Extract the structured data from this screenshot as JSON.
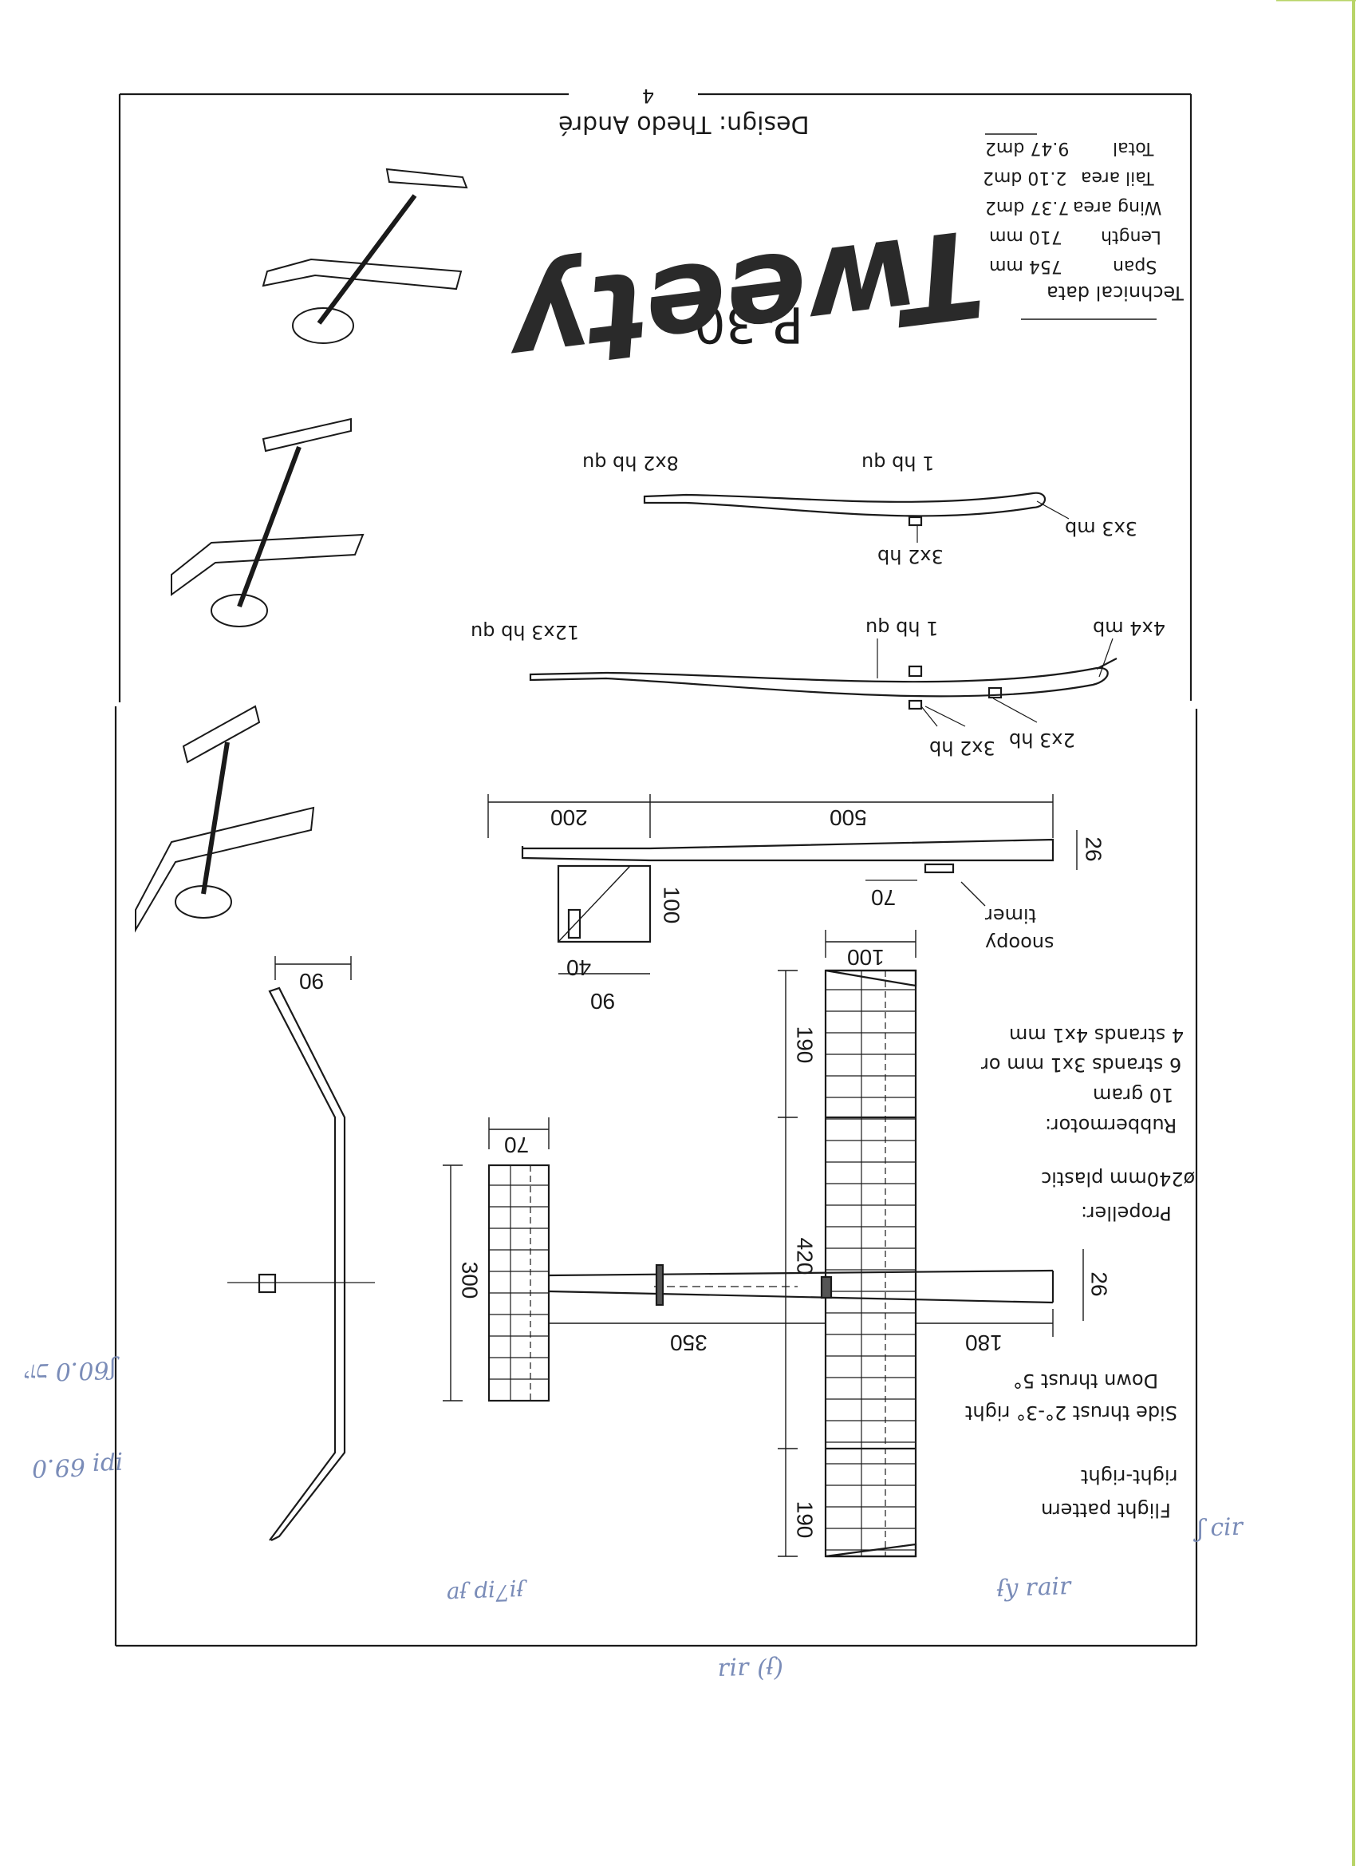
{
  "page": {
    "number": "4"
  },
  "title": {
    "subtitle": "P-30",
    "name": "Tweety"
  },
  "design_credit": "Design: Thedo André",
  "technical_data": {
    "heading": "Technical data",
    "rows": [
      {
        "label": "Span",
        "value": "754 mm"
      },
      {
        "label": "Length",
        "value": "710 mm"
      },
      {
        "label": "Wing area",
        "value": "7.37 dm2"
      },
      {
        "label": "Tail area",
        "value": "2.10 dm2"
      },
      {
        "label": "Total",
        "value": "9.47 dm2"
      }
    ]
  },
  "profiles": {
    "stab": {
      "left_label": "3x3 mb",
      "mid_label": "1 hb qu",
      "right_label": "8x2 hb qu",
      "spar_label": "3x2 hb"
    },
    "wing": {
      "left_label": "4x4 mb",
      "mid_label": "1 hb qu",
      "right_label": "12x3 hb qu",
      "spar_label_a": "2x3 hb",
      "spar_label_b": "3x2 hb"
    }
  },
  "side_view": {
    "dims": {
      "fuselage_front": "500",
      "fuselage_rear": "200",
      "fuselage_height": "26",
      "fin_height": "100",
      "fin_width": "90",
      "fin_rudder": "40",
      "timer_spacing": "70"
    },
    "callouts": {
      "timer": "timer",
      "snoopy": "snoopy"
    }
  },
  "plan_view": {
    "dims": {
      "wing_tip_left": "190",
      "wing_center": "420",
      "wing_tip_right": "190",
      "wing_chord": "100",
      "nose": "180",
      "tail_moment": "350",
      "stab_span": "300",
      "stab_chord": "70",
      "fuselage_width": "26"
    }
  },
  "front_view": {
    "dims": {
      "dihedral": "90"
    }
  },
  "notes": {
    "rubbermotor": [
      "Rubbermotor:",
      "10 gram",
      "6 strands 3x1 mm or",
      "4 strands 4x1 mm"
    ],
    "propeller": [
      "Propeller:",
      "ø240mm plastic"
    ],
    "trim": [
      "Flight pattern",
      "right-right",
      "Side thrust 2°-3° right",
      "Down thrust 5°"
    ]
  },
  "colors": {
    "ink": "#1a1a1a",
    "paper": "#ffffff",
    "handwriting": "#7a8cb8",
    "edge": "#b8d468"
  }
}
